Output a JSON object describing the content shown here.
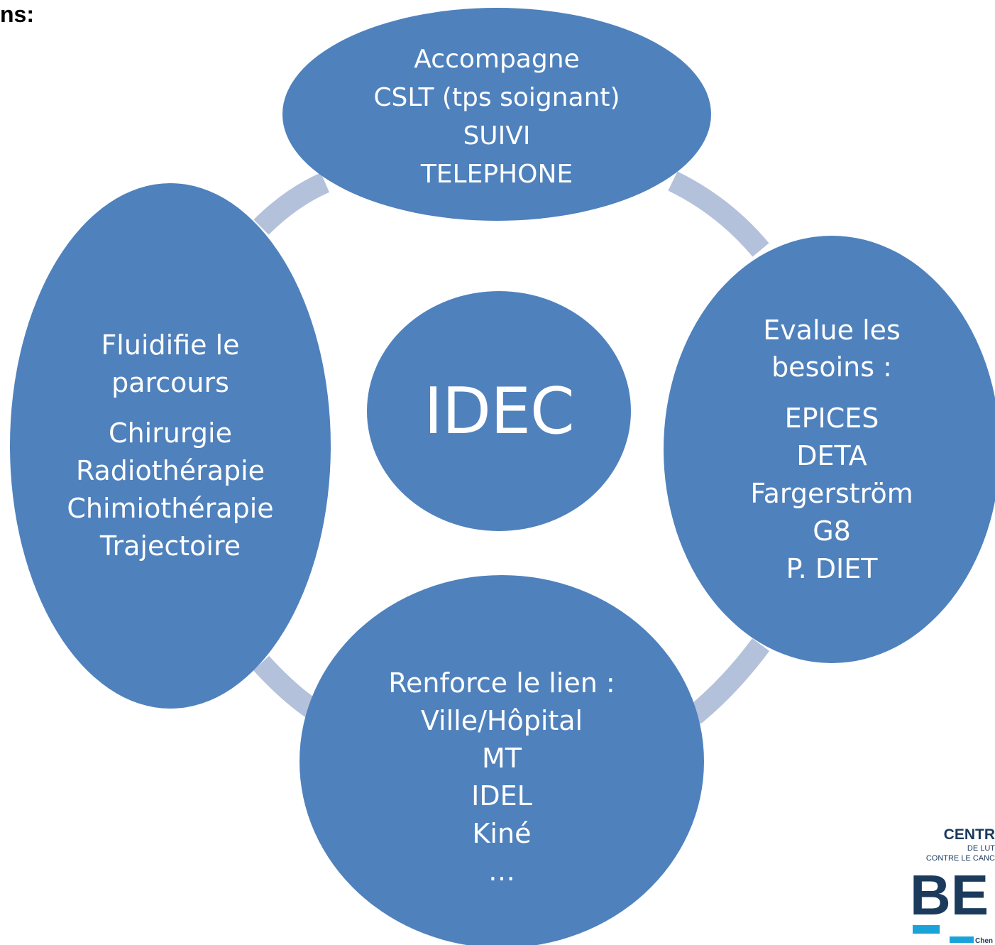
{
  "heading_fragment": "ns:",
  "center": {
    "label": "IDEC"
  },
  "nodes": {
    "top": {
      "lines": [
        "Accompagne",
        "CSLT (tps soignant)",
        "SUIVI",
        "TELEPHONE"
      ]
    },
    "right": {
      "heading": [
        "Evalue les",
        "besoins :"
      ],
      "items": [
        "EPICES",
        "DETA",
        "Fargerström",
        "G8",
        "P. DIET"
      ]
    },
    "bottom": {
      "lines": [
        "Renforce le lien :",
        "Ville/Hôpital",
        "MT",
        "IDEL",
        "Kiné",
        "…"
      ]
    },
    "left": {
      "heading": [
        "Fluidifie le",
        "parcours"
      ],
      "items": [
        "Chirurgie",
        "Radiothérapie",
        "Chimiothérapie",
        "Trajectoire"
      ]
    }
  },
  "logo": {
    "lines": [
      "CENTR",
      "DE LUT",
      "CONTRE LE CANC",
      "BE",
      "Chen"
    ]
  },
  "colors": {
    "node_fill": "#4F81BD",
    "connector": "#B3C1DB",
    "text": "#FFFFFF",
    "logo_text": "#1B3A5C",
    "logo_accent": "#1AA3D9"
  }
}
